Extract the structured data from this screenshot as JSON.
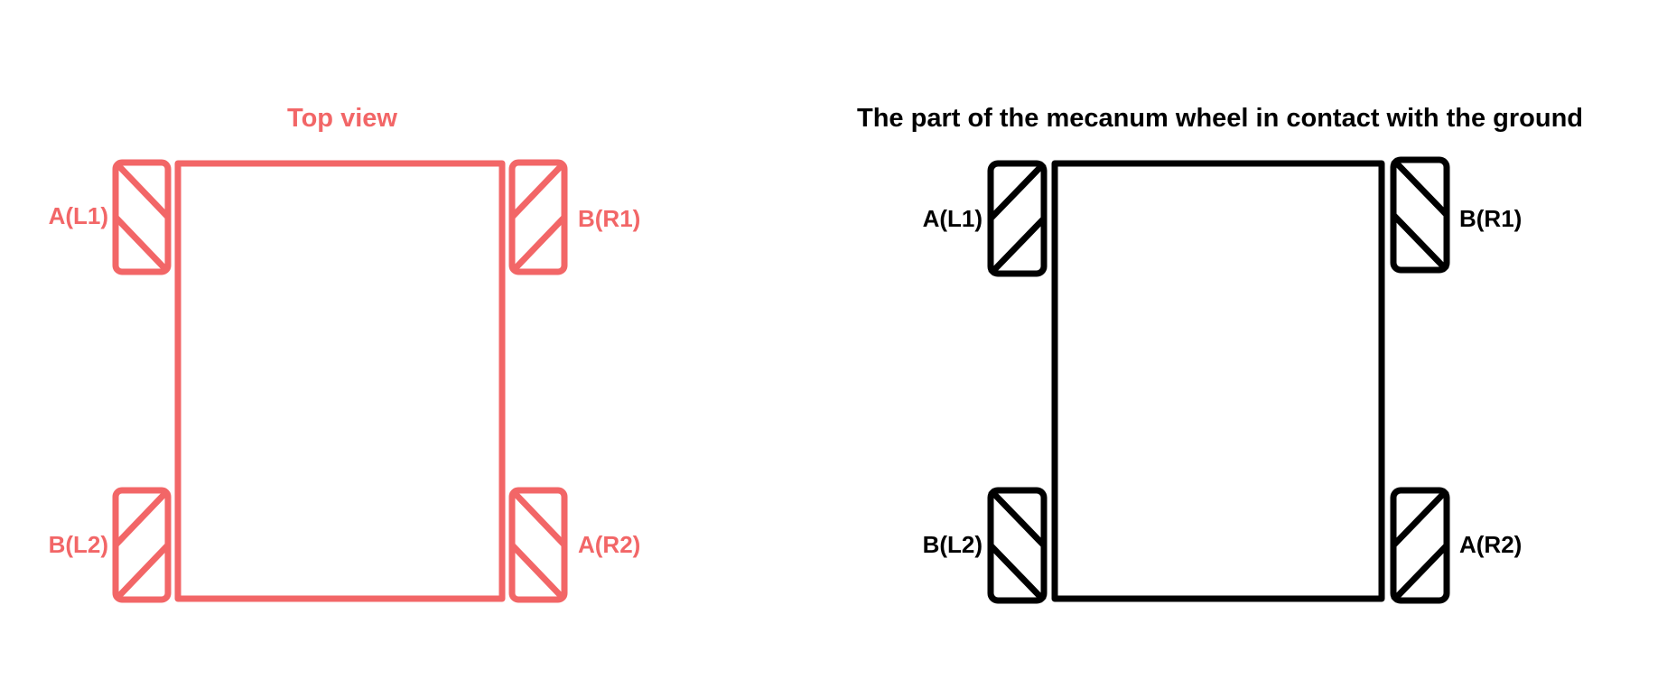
{
  "colors": {
    "top_view": "#f26667",
    "contact_view": "#000000",
    "background": "#ffffff"
  },
  "top_view": {
    "title": "Top view",
    "wheels": {
      "front_left": {
        "label": "A(L1)",
        "stripe": "backslash"
      },
      "front_right": {
        "label": "B(R1)",
        "stripe": "slash"
      },
      "rear_left": {
        "label": "B(L2)",
        "stripe": "slash"
      },
      "rear_right": {
        "label": "A(R2)",
        "stripe": "backslash"
      }
    }
  },
  "contact_view": {
    "title": "The part of the mecanum wheel in contact with the ground",
    "wheels": {
      "front_left": {
        "label": "A(L1)",
        "stripe": "slash"
      },
      "front_right": {
        "label": "B(R1)",
        "stripe": "backslash"
      },
      "rear_left": {
        "label": "B(L2)",
        "stripe": "backslash"
      },
      "rear_right": {
        "label": "A(R2)",
        "stripe": "slash"
      }
    }
  }
}
